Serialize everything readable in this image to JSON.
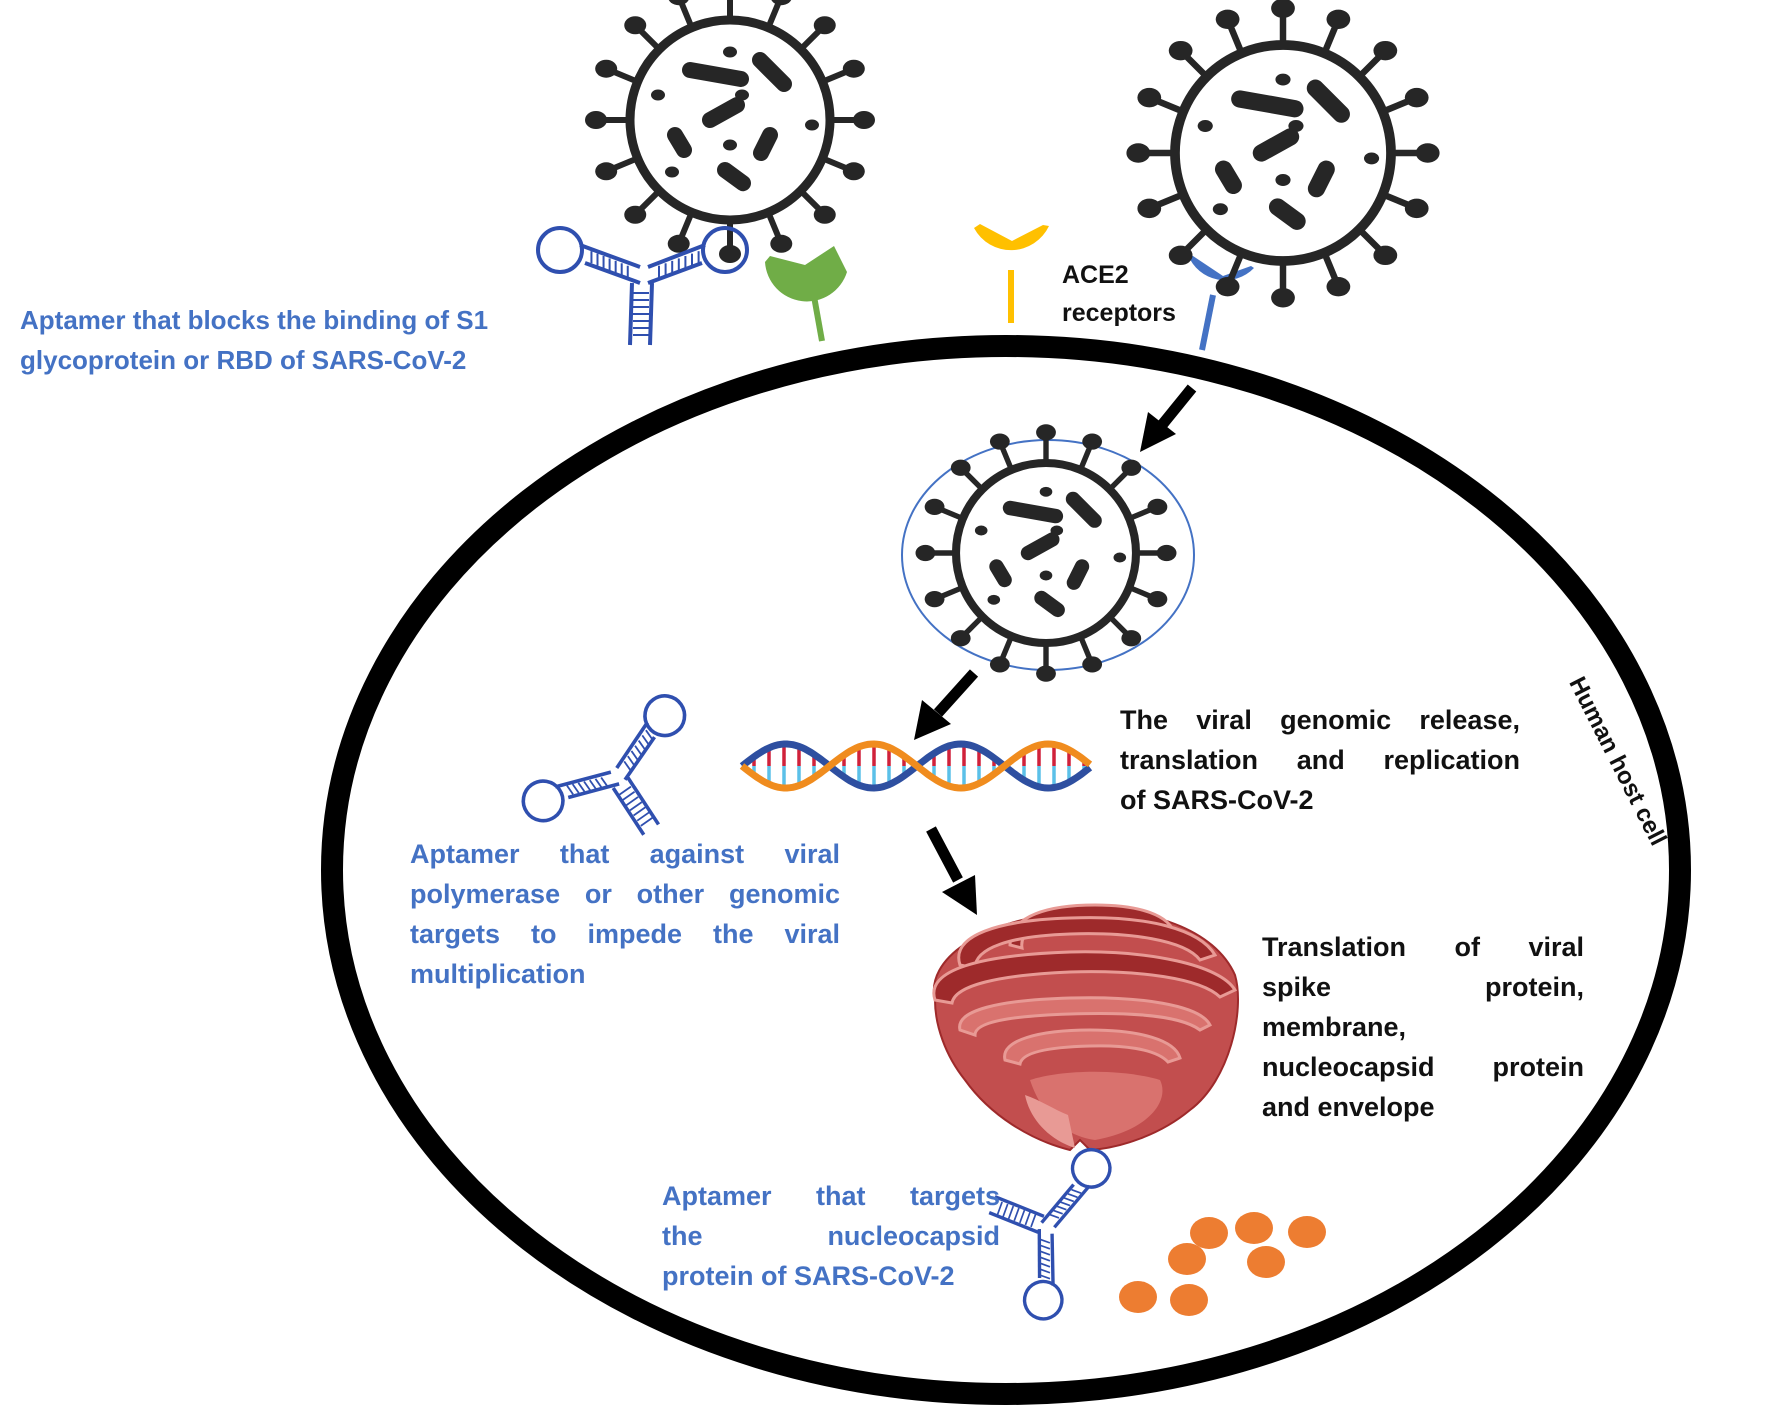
{
  "colors": {
    "aptamer_text": "#4472C4",
    "aptamer_icon": "#2F4FAF",
    "virus": "#262626",
    "cell_membrane": "#000000",
    "endosome": "#4472C4",
    "receptor_green": "#70AD47",
    "receptor_yellow": "#FFC000",
    "receptor_blue": "#4472C4",
    "dna_orange": "#F08C1E",
    "dna_blue": "#2E4FA0",
    "dna_rung_red": "#D0213A",
    "dna_rung_cyan": "#5BC0E8",
    "golgi_dark": "#9E2A2B",
    "golgi_mid": "#C24E4E",
    "golgi_light": "#D9726E",
    "golgi_highlight": "#E89A95",
    "protein_dots": "#ED7D31"
  },
  "labels": {
    "s1_aptamer": [
      "Aptamer that blocks the binding of S1",
      "glycoprotein or RBD of SARS-CoV-2"
    ],
    "ace2": [
      "ACE2",
      "receptors"
    ],
    "genomic_release": [
      "The viral genomic release,",
      "translation and replication",
      "of SARS-CoV-2"
    ],
    "polymerase_aptamer": [
      "Aptamer that against viral",
      "polymerase or other genomic",
      "targets to impede the viral",
      "multiplication"
    ],
    "translation": [
      "Translation of viral",
      "spike protein,",
      "membrane,",
      "nucleocapsid protein",
      "and envelope"
    ],
    "nucleocapsid_aptamer": [
      "Aptamer that targets",
      "the nucleocapsid",
      "protein of SARS-CoV-2"
    ],
    "host_cell": "Human host cell"
  },
  "icons": {
    "virus": "virus-icon",
    "aptamer": "aptamer-icon",
    "receptor": "ace2-receptor-icon",
    "dna": "dna-helix-icon",
    "golgi": "golgi-apparatus-icon",
    "arrow": "arrow-icon",
    "protein": "protein-dot-icon"
  }
}
